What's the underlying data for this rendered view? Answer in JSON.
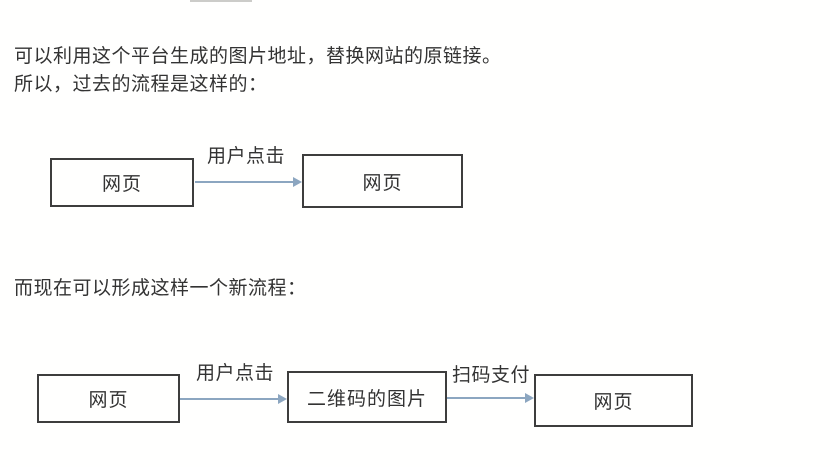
{
  "page": {
    "background": "#fffffe"
  },
  "colors": {
    "text": "#333333",
    "box_border": "#3d3d3d",
    "arrow": "#8ca6c0",
    "top_remnant": "#ccccc9"
  },
  "intro": {
    "line1": "可以利用这个平台生成的图片地址，替换网站的原链接。",
    "line2": "所以，过去的流程是这样的："
  },
  "section_new": {
    "heading": "而现在可以形成这样一个新流程："
  },
  "legacy_flow": {
    "nodes": [
      {
        "label": "网页"
      },
      {
        "label": "网页"
      }
    ],
    "edges": [
      {
        "label": "用户点击"
      }
    ]
  },
  "new_flow": {
    "nodes": [
      {
        "label": "网页"
      },
      {
        "label": "二维码的图片"
      },
      {
        "label": "网页"
      }
    ],
    "edges": [
      {
        "label": "用户点击"
      },
      {
        "label": "扫码支付"
      }
    ]
  }
}
